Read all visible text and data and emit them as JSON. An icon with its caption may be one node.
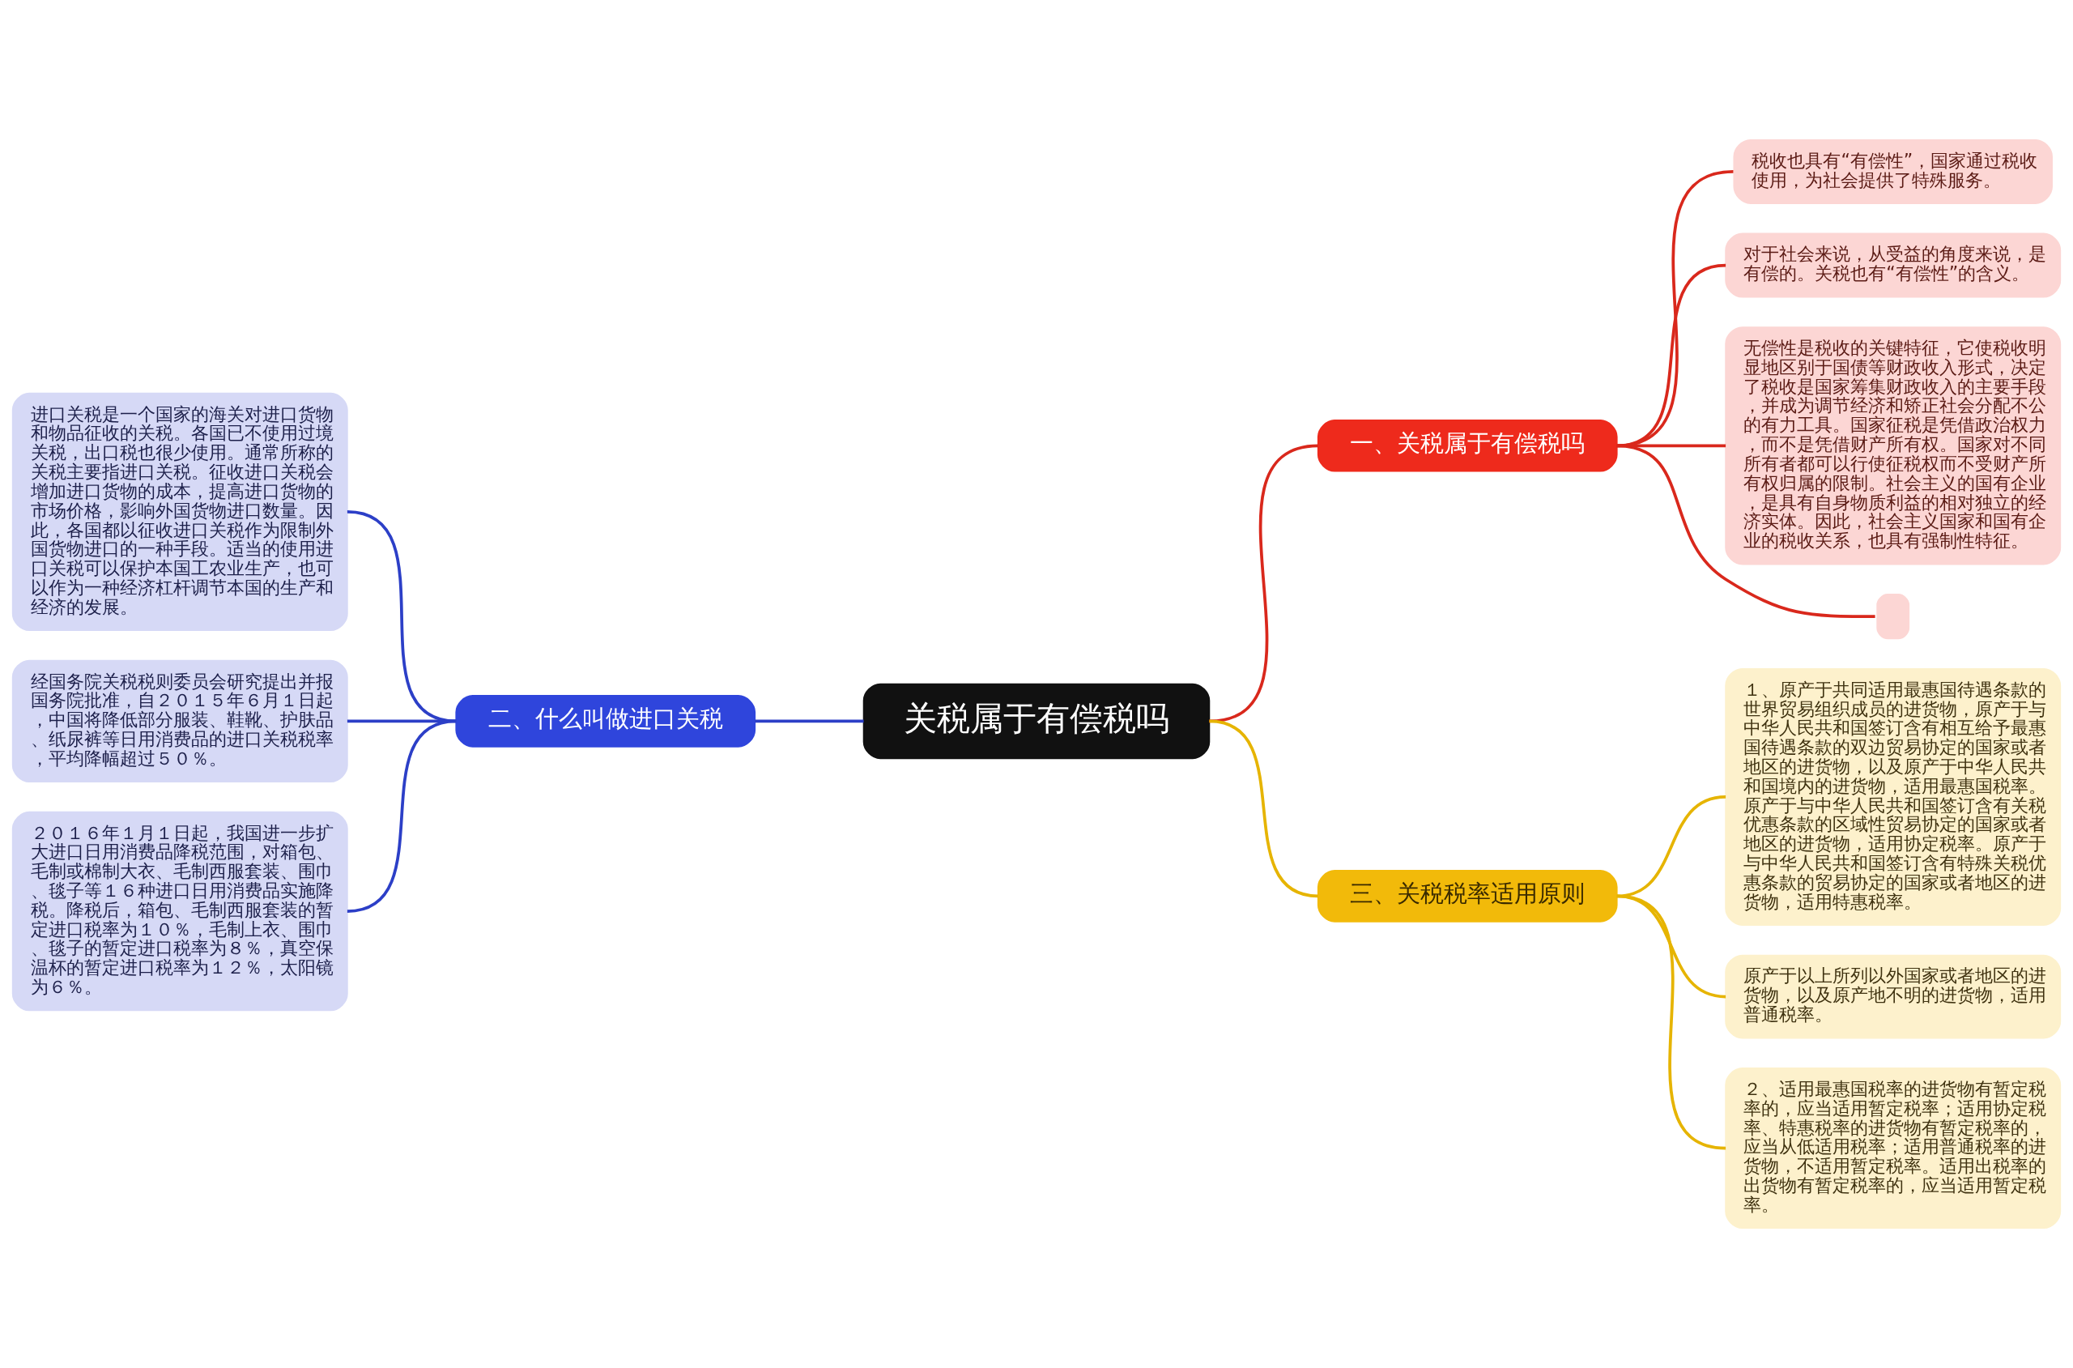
{
  "diagram": {
    "nodes": [
      {
        "text": [
          "关税属于有偿税吗"
        ]
      },
      {
        "text": [
          "一、关税属于有偿税吗"
        ]
      },
      {
        "text": [
          "税收也具有“有偿性”，国家通过税收使用，为社会提供了特殊服务。"
        ]
      },
      {
        "text": [
          "对于社会来说，从受益的角度来说，是有偿的。关税也有“有偿性”的含义。"
        ]
      },
      {
        "text": [
          "无偿性是税收的关键特征，它使税收明显地区别于国债等财政收入形式，决定了税收是国家筹集财政收入的主要手段，并成为调节经济和矫正社会分配不公的有力工具。国家征税是凭借政治权力，而不是凭借财产所有权。国家对不同所有者都可以行使征税权而不受财产所有权归属的限制。社会主义的国有企业，是具有自身物质利益的相对独立的经济实体。因此，社会主义国家和国有企业的税收关系，也具有强制性特征。"
        ]
      },
      {
        "text": [],
        "shape": "box"
      },
      {
        "text": [
          "二、什么叫做进口关税"
        ]
      },
      {
        "text": [
          "进口关税是一个国家的海关对进口货物和物品征收的关税。各国已不使用过境关税，出口税也很少使用。通常所称的关税主要指进口关税。征收进口关税会增加进口货物的成本，提高进口货物的市场价格，影响外国货物进口数量。因此，各国都以征收进口关税作为限制外国货物进口的一种手段。适当的使用进口关税可以保护本国工农业生产，也可以作为一种经济杠杆调节本国的生产和经济的发展。"
        ]
      },
      {
        "text": [
          "经国务院关税税则委员会研究提出并报国务院批准，自２０１５年６月１日起，中国将降低部分服装、鞋靴、护肤品、纸尿裤等日用消费品的进口关税税率，平均降幅超过５０％。"
        ]
      },
      {
        "text": [
          "２０１６年１月１日起，我国进一步扩大进口日用消费品降税范围，对箱包、毛制或棉制大衣、毛制西服套装、围巾、毯子等１６种进口日用消费品实施降税。降税后，箱包、毛制西服套装的暂定进口税率为１０％，毛制上衣、围巾、毯子的暂定进口税率为８％，真空保温杯的暂定进口税率为１２％，太阳镜为６％。"
        ]
      },
      {
        "text": [
          "三、关税税率适用原则"
        ]
      },
      {
        "text": [
          "１、原产于共同适用最惠国待遇条款的世界贸易组织成员的进货物，原产于与中华人民共和国签订含有相互给予最惠国待遇条款的双边贸易协定的国家或者地区的进货物，以及原产于中华人民共和国境内的进货物，适用最惠国税率。原产于与中华人民共和国签订含有关税优惠条款的区域性贸易协定的国家或者地区的进货物，适用协定税率。原产于与中华人民共和国签订含有特殊关税优惠条款的贸易协定的国家或者地区的进货物，适用特惠税率。"
        ]
      },
      {
        "text": [
          "原产于以上所列以外国家或者地区的进货物，以及原产地不明的进货物，适用普通税率。"
        ]
      },
      {
        "text": [
          "２、适用最惠国税率的进货物有暂定税率的，应当适用暂定税率；适用协定税率、特惠税率的进货物有暂定税率的，应当从低适用税率；适用普通税率的进货物，不适用暂定税率。适用出税率的出货物有暂定税率的，应当适用暂定税率。"
        ]
      }
    ],
    "edges": [
      {
        "from": 0,
        "to": 1,
        "arrow": "none",
        "color": "#d9281c"
      },
      {
        "from": 1,
        "to": 2,
        "arrow": "none",
        "color": "#d9281c"
      },
      {
        "from": 1,
        "to": 3,
        "arrow": "none",
        "color": "#d9281c"
      },
      {
        "from": 1,
        "to": 4,
        "arrow": "none",
        "color": "#d9281c"
      },
      {
        "from": 1,
        "to": 5,
        "arrow": "none",
        "color": "#d9281c"
      },
      {
        "from": 0,
        "to": 6,
        "arrow": "none",
        "color": "#2c3fc7"
      },
      {
        "from": 6,
        "to": 7,
        "arrow": "none",
        "color": "#2c3fc7"
      },
      {
        "from": 6,
        "to": 8,
        "arrow": "none",
        "color": "#2c3fc7"
      },
      {
        "from": 6,
        "to": 9,
        "arrow": "none",
        "color": "#2c3fc7"
      },
      {
        "from": 0,
        "to": 10,
        "arrow": "none",
        "color": "#e6b400"
      },
      {
        "from": 10,
        "to": 11,
        "arrow": "none",
        "color": "#e6b400"
      },
      {
        "from": 10,
        "to": 12,
        "arrow": "none",
        "color": "#e6b400"
      },
      {
        "from": 10,
        "to": 13,
        "arrow": "none",
        "color": "#e6b400"
      }
    ]
  }
}
